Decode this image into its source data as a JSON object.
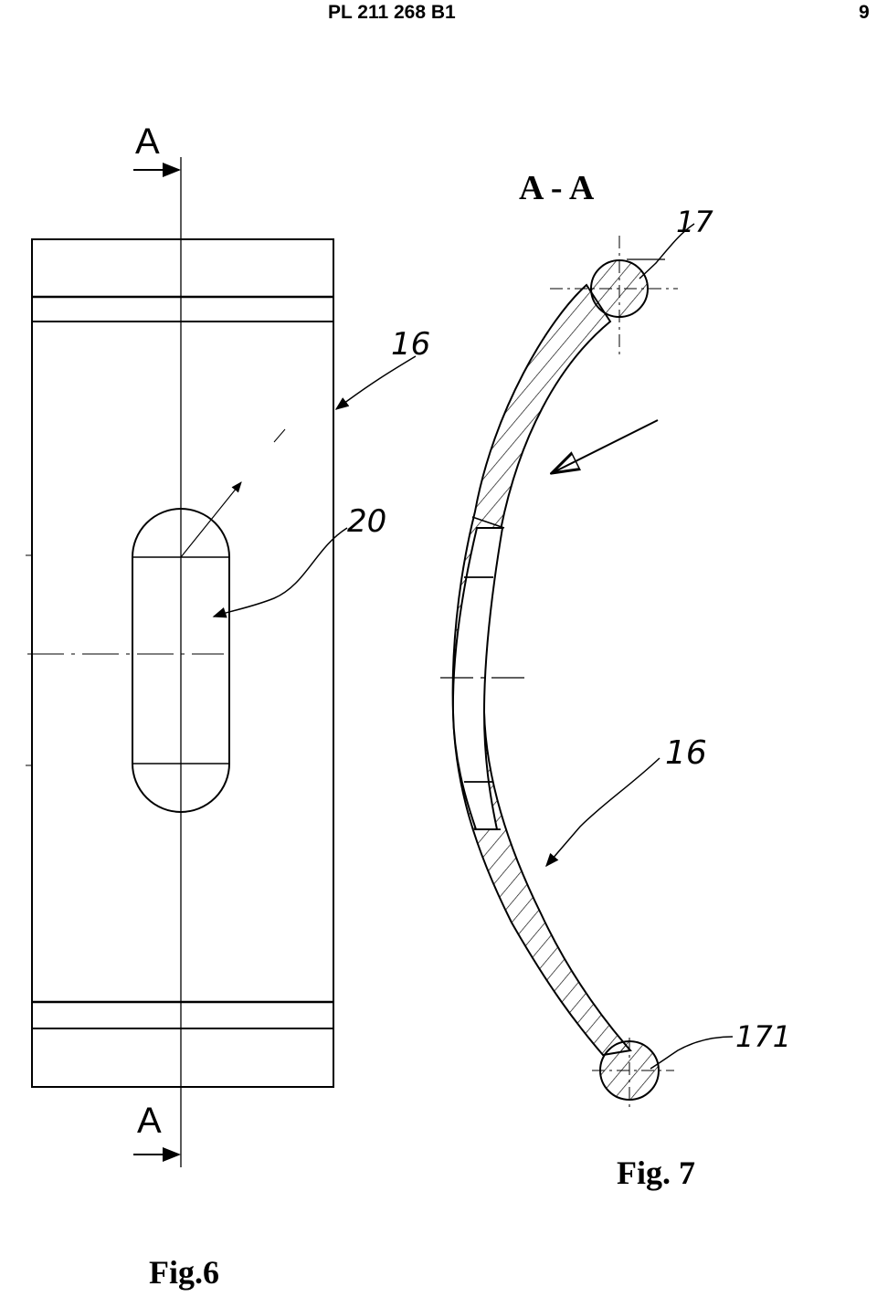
{
  "header": {
    "patent_number": "PL 211 268 B1",
    "page_number": "9"
  },
  "fig6": {
    "caption": "Fig.6",
    "section_mark_top": "A",
    "section_mark_bottom": "A",
    "ref_plate": "16",
    "ref_slot": "20"
  },
  "fig7": {
    "caption": "Fig. 7",
    "section_title": "A - A",
    "ref_top_end": "17",
    "ref_body": "16",
    "ref_bottom_end": "171"
  }
}
